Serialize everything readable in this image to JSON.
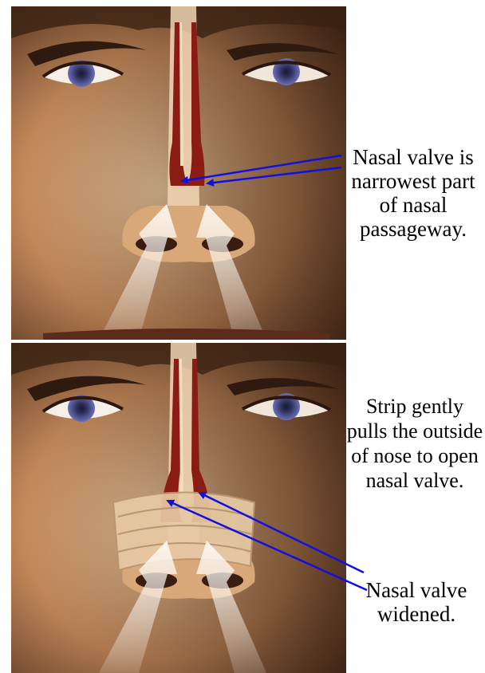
{
  "top_panel": {
    "caption": "Nasal valve is narrowest part of nasal passageway.",
    "arrow_color": "#1010e0"
  },
  "bottom_panel": {
    "caption_strip": "Strip gently pulls the outside of nose to open nasal valve.",
    "caption_widened": "Nasal valve widened.",
    "arrow_color": "#1010e0"
  },
  "colors": {
    "skin_light": "#f2c89a",
    "skin_mid": "#c98c5c",
    "skin_dark": "#5a3320",
    "passage": "#8a1c14",
    "airflow": "#f6f1ea",
    "iris": "#5b5ea8",
    "strip": "#e7c9a4"
  }
}
